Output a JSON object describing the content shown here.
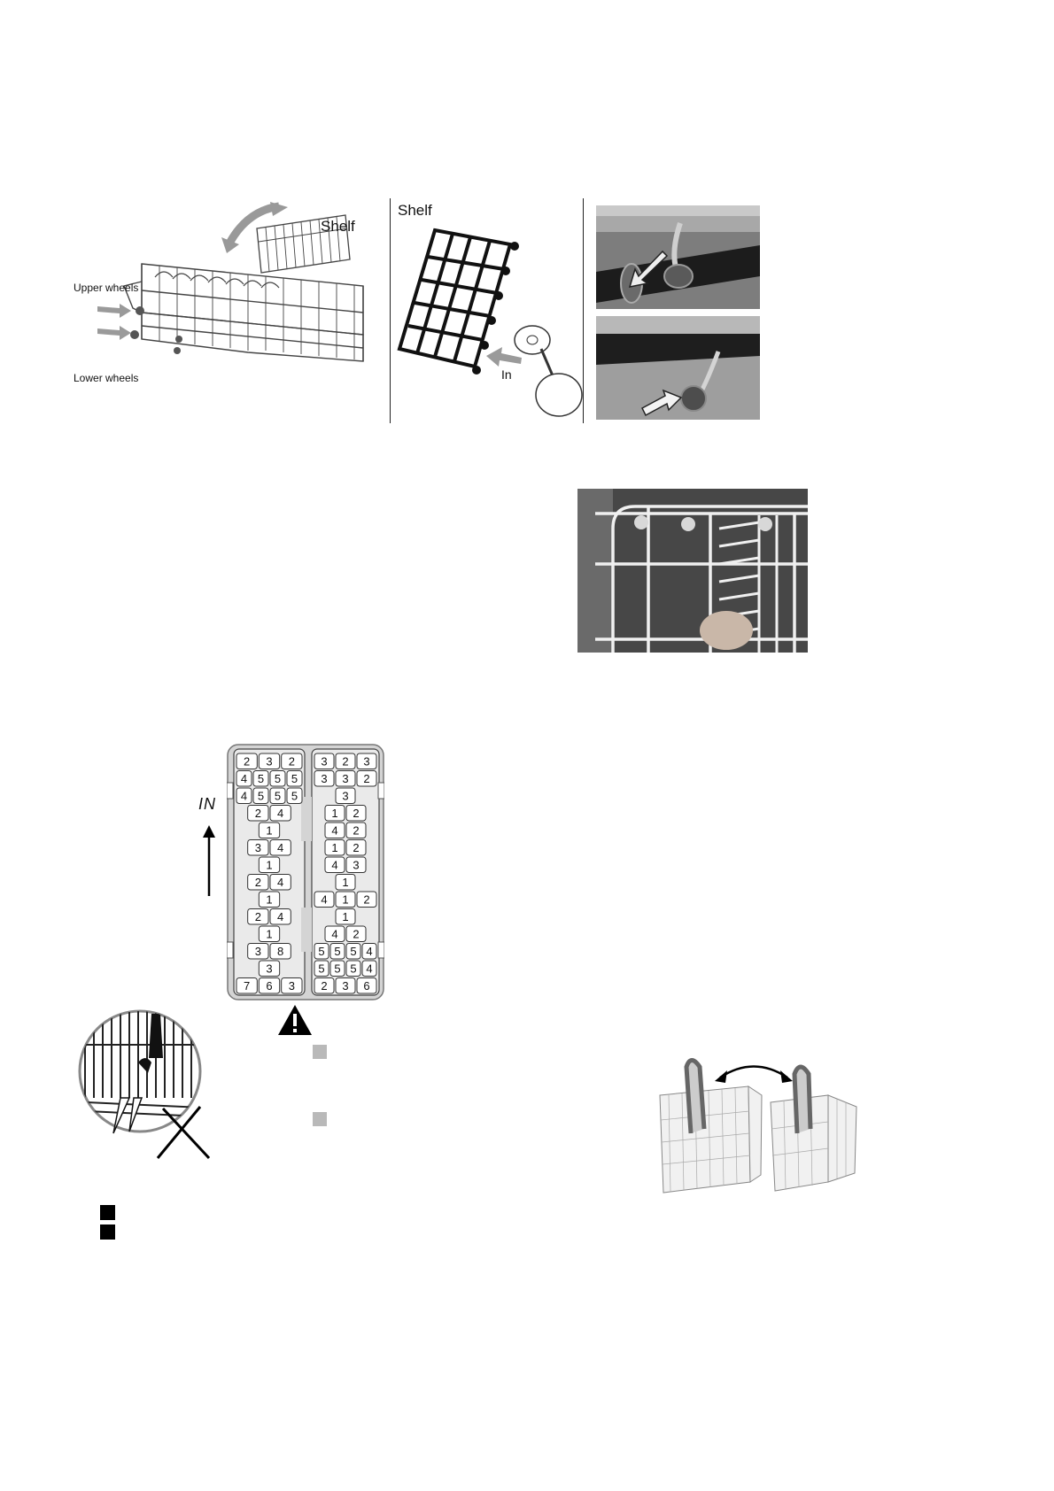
{
  "figure_rack": {
    "shelf_label": "Shelf",
    "upper_wheels_label": "Upper wheels",
    "lower_wheels_label": "Lower wheels"
  },
  "figure_shelf": {
    "shelf_label": "Shelf",
    "in_label": "In"
  },
  "figure_cutlery": {
    "in_label": "IN",
    "left_rows": [
      [
        "2",
        "3",
        "2"
      ],
      [
        "4",
        "5",
        "5",
        "5"
      ],
      [
        "4",
        "5",
        "5",
        "5"
      ],
      [
        "2",
        "4"
      ],
      [
        "1"
      ],
      [
        "3",
        "4"
      ],
      [
        "1"
      ],
      [
        "2",
        "4"
      ],
      [
        "1"
      ],
      [
        "2",
        "4"
      ],
      [
        "1"
      ],
      [
        "3",
        "8"
      ],
      [
        "3"
      ],
      [
        "7",
        "6",
        "3"
      ]
    ],
    "right_rows": [
      [
        "3",
        "2",
        "3"
      ],
      [
        "3",
        "3",
        "2"
      ],
      [
        "3"
      ],
      [
        "1",
        "2"
      ],
      [
        "4",
        "2"
      ],
      [
        "1",
        "2"
      ],
      [
        "4",
        "3"
      ],
      [
        "1"
      ],
      [
        "4",
        "1",
        "2"
      ],
      [
        "1"
      ],
      [
        "4",
        "2"
      ],
      [
        "5",
        "5",
        "5",
        "4"
      ],
      [
        "5",
        "5",
        "5",
        "4"
      ],
      [
        "2",
        "3",
        "6"
      ]
    ]
  },
  "icons": {
    "warning": "warning-triangle-icon",
    "bullet_grey": "grey-square-bullet-icon",
    "bullet_black": "black-square-bullet-icon"
  },
  "colors": {
    "rack_line": "#444444",
    "photo_dark": "#3a3a3a",
    "bullet_grey": "#b9b9b9"
  }
}
